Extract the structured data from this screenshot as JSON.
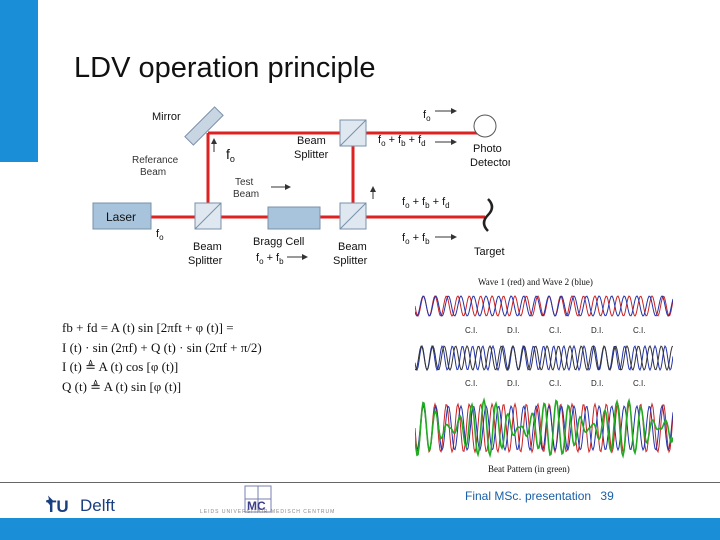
{
  "slide": {
    "title": "LDV operation principle"
  },
  "diagram": {
    "mirror_label": "Mirror",
    "reference_beam_label": [
      "Referance",
      "Beam"
    ],
    "test_beam_label": [
      "Test",
      "Beam"
    ],
    "laser_label": "Laser",
    "beam_splitter_top": [
      "Beam",
      "Splitter"
    ],
    "beam_splitter_left": [
      "Beam",
      "Splitter"
    ],
    "beam_splitter_right": [
      "Beam",
      "Splitter"
    ],
    "bragg_cell_label": "Bragg Cell",
    "photo_detector_label": [
      "Photo",
      "Detector"
    ],
    "target_label": "Target",
    "freq_fo_top": "f",
    "freq_fo_top_sub": "o",
    "freq_sum_detector": "f o + f b + f d",
    "freq_sum_return": "f o + f b + f d",
    "freq_fo_fb_target": "f o + f b",
    "freq_fo_fb_bragg": "f o + f b",
    "freq_fo_laser": "f o",
    "freq_fo_ref": "f o"
  },
  "equations": {
    "line1": "fb + fd = A (t) sin [2πft + φ (t)] =",
    "line2": "I (t) · sin (2πf) + Q (t) · sin (2πf + π/2)",
    "line3": "I (t) ≜ A (t) cos [φ (t)]",
    "line4": "Q (t) ≜ A (t) sin [φ (t)]"
  },
  "waves": {
    "top_caption": "Wave 1 (red) and Wave 2 (blue)",
    "bottom_caption": "Beat Pattern (in green)",
    "labels_row1": [
      "C.I.",
      "D.I.",
      "C.I.",
      "D.I.",
      "C.I."
    ],
    "labels_row2": [
      "C.I.",
      "D.I.",
      "C.I.",
      "D.I.",
      "C.I."
    ],
    "colors": {
      "wave1": "#cc2222",
      "wave2": "#2233aa",
      "beat": "#22aa22"
    }
  },
  "footer": {
    "presentation_label": "Final MSc. presentation",
    "page_number": "39",
    "tudelft_tu": "TU",
    "tudelft_name": "Delft",
    "mc_logo_caption": "LEIDS UNIVERSITAIR MEDISCH CENTRUM"
  },
  "colors": {
    "accent": "#1a8fd8",
    "laser_beam": "#dd2222",
    "component_fill": "#a8c4dc"
  }
}
